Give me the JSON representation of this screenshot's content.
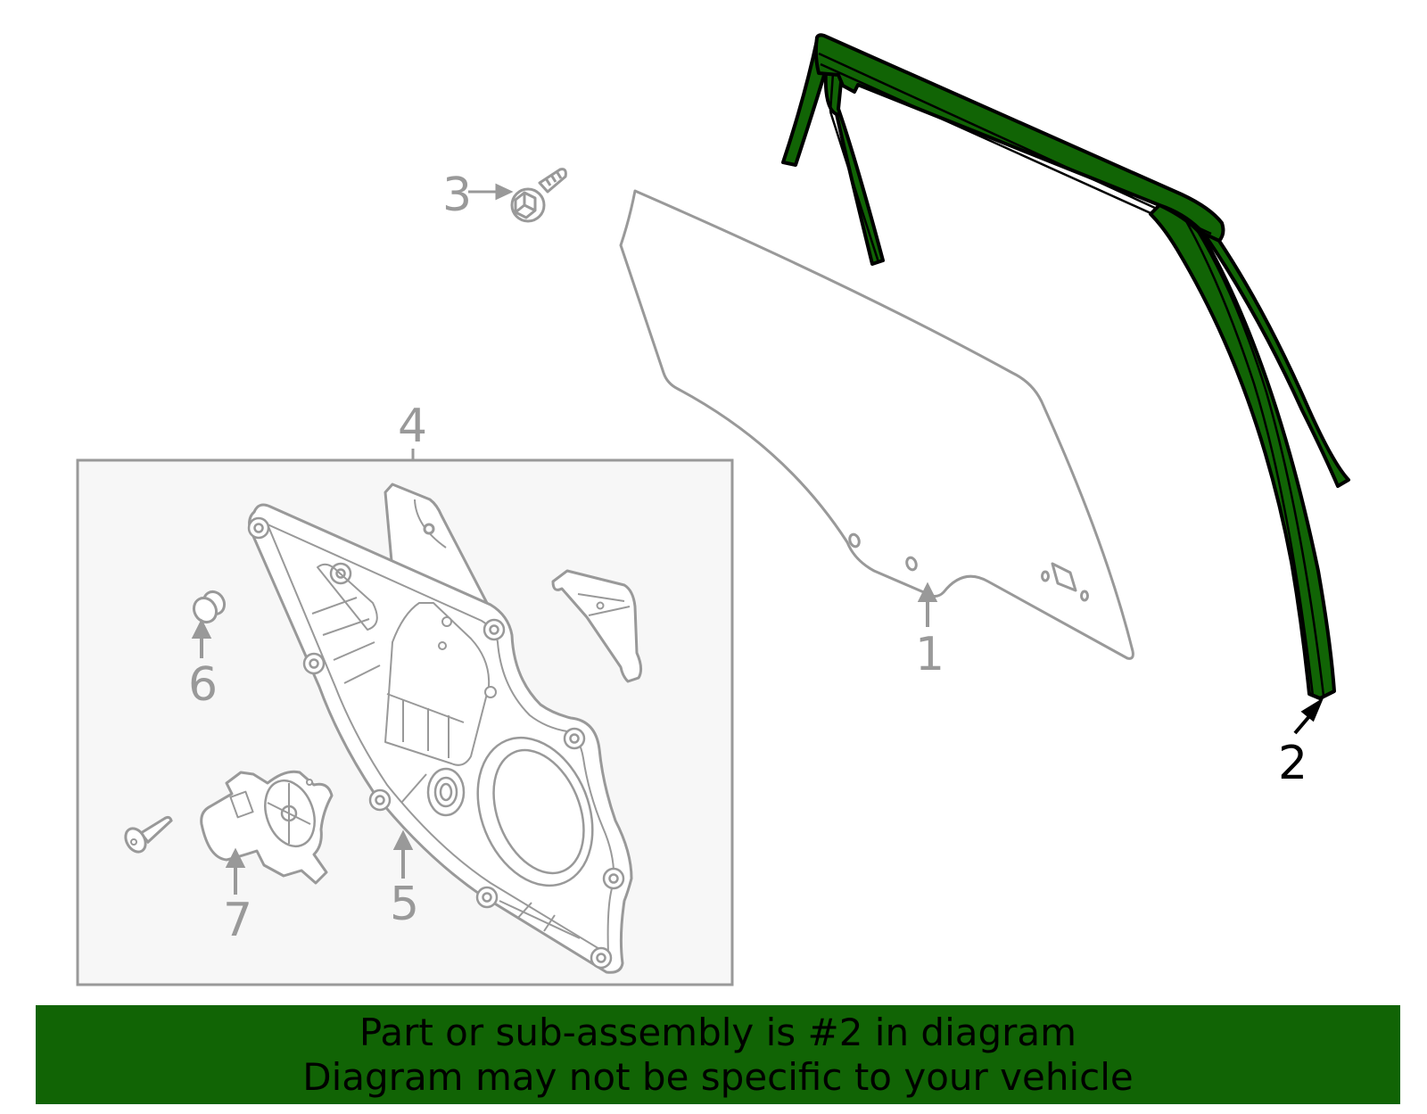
{
  "diagram": {
    "colors": {
      "highlight_fill": "#116405",
      "highlight_stroke": "#000000",
      "line_gray": "#999999",
      "box_fill": "#f7f7f7",
      "banner_bg": "#116405",
      "banner_text": "#000000"
    },
    "callouts": [
      {
        "id": "1",
        "label": "1",
        "part": "door-glass",
        "highlighted": false
      },
      {
        "id": "2",
        "label": "2",
        "part": "glass-run-channel",
        "highlighted": true
      },
      {
        "id": "3",
        "label": "3",
        "part": "bolt",
        "highlighted": false
      },
      {
        "id": "4",
        "label": "4",
        "part": "regulator-assembly-box",
        "highlighted": false
      },
      {
        "id": "5",
        "label": "5",
        "part": "window-regulator-carrier-panel",
        "highlighted": false
      },
      {
        "id": "6",
        "label": "6",
        "part": "clip",
        "highlighted": false
      },
      {
        "id": "7",
        "label": "7",
        "part": "window-motor",
        "highlighted": false
      }
    ]
  },
  "banner": {
    "line1": "Part or sub-assembly is #2 in diagram",
    "line2": "Diagram may not be specific to your vehicle"
  }
}
